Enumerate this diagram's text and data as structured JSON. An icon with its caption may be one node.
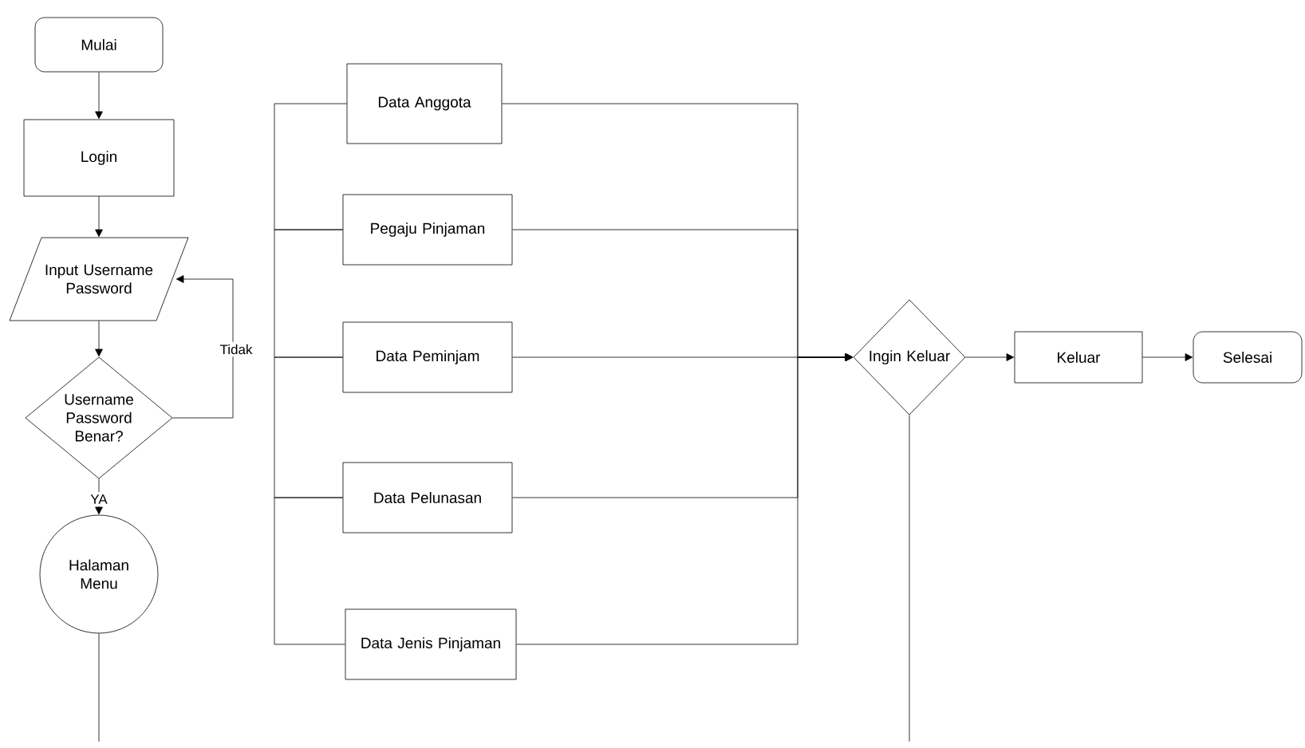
{
  "diagram": {
    "nodes": [
      {
        "text": [
          "Mulai"
        ]
      },
      {
        "text": [
          "Login"
        ]
      },
      {
        "text": [
          "Input Username Password"
        ]
      },
      {
        "text": [
          "Username Password Benar?"
        ]
      },
      {
        "text": [
          "Halaman Menu"
        ]
      },
      {
        "text": [
          "Data Anggota"
        ]
      },
      {
        "text": [
          "Pegaju Pinjaman"
        ]
      },
      {
        "text": [
          "Data Peminjam"
        ]
      },
      {
        "text": [
          "Data Pelunasan"
        ]
      },
      {
        "text": [
          "Data Jenis Pinjaman"
        ]
      },
      {
        "text": [
          "Ingin Keluar"
        ]
      },
      {
        "text": [
          "Keluar"
        ]
      },
      {
        "text": [
          "Selesai"
        ]
      }
    ],
    "edges": [
      {
        "from": 0,
        "to": 1,
        "arrow": "to"
      },
      {
        "from": 1,
        "to": 2,
        "arrow": "to"
      },
      {
        "from": 2,
        "to": 3,
        "arrow": "to"
      },
      {
        "from": 3,
        "to": 2,
        "arrow": "to",
        "label": "Tidak"
      },
      {
        "from": 3,
        "to": 4,
        "arrow": "to",
        "label": "YA"
      },
      {
        "from": 4,
        "to": null,
        "arrow": "none"
      },
      {
        "from": 5,
        "to": 6,
        "arrow": "none"
      },
      {
        "from": 6,
        "to": 7,
        "arrow": "none"
      },
      {
        "from": 7,
        "to": 8,
        "arrow": "none"
      },
      {
        "from": 8,
        "to": 9,
        "arrow": "none"
      },
      {
        "from": 5,
        "to": 10,
        "arrow": "to"
      },
      {
        "from": 6,
        "to": 10,
        "arrow": "to"
      },
      {
        "from": 7,
        "to": 10,
        "arrow": "to"
      },
      {
        "from": 8,
        "to": 10,
        "arrow": "to"
      },
      {
        "from": 9,
        "to": 10,
        "arrow": "to"
      },
      {
        "from": 10,
        "to": null,
        "arrow": "none"
      },
      {
        "from": 10,
        "to": 11,
        "arrow": "to"
      },
      {
        "from": 11,
        "to": 12,
        "arrow": "to"
      }
    ]
  }
}
